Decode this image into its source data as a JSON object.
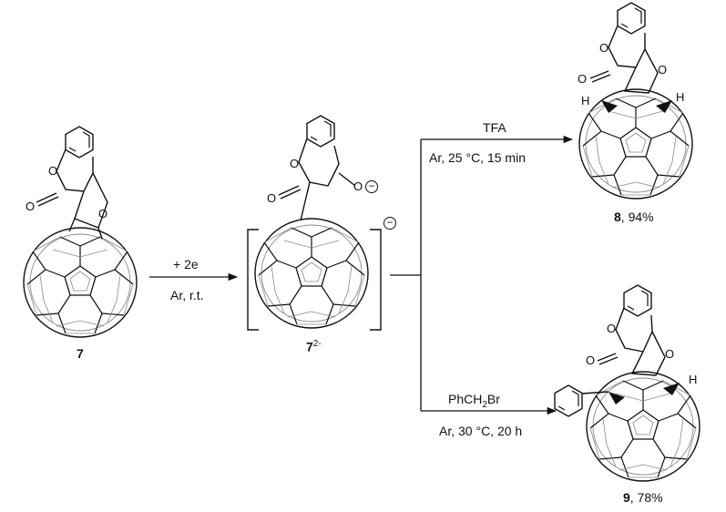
{
  "compounds": {
    "start": {
      "number": "7"
    },
    "dianion": {
      "number": "7",
      "superscript": "2-"
    },
    "product_tfa": {
      "number": "8",
      "yield": ", 94%"
    },
    "product_bn": {
      "number": "9",
      "yield": ", 78%"
    }
  },
  "arrows": {
    "reduction": {
      "above": "+ 2e",
      "below": "Ar, r.t."
    },
    "protonation": {
      "above": "TFA",
      "below": "Ar, 25 °C, 15 min"
    },
    "alkylation": {
      "above_main": "PhCH",
      "above_sub": "2",
      "above_tail": "Br",
      "below": "Ar, 30 °C, 20 h"
    }
  },
  "atoms": {
    "O": "O",
    "H": "H",
    "minus": "−"
  }
}
